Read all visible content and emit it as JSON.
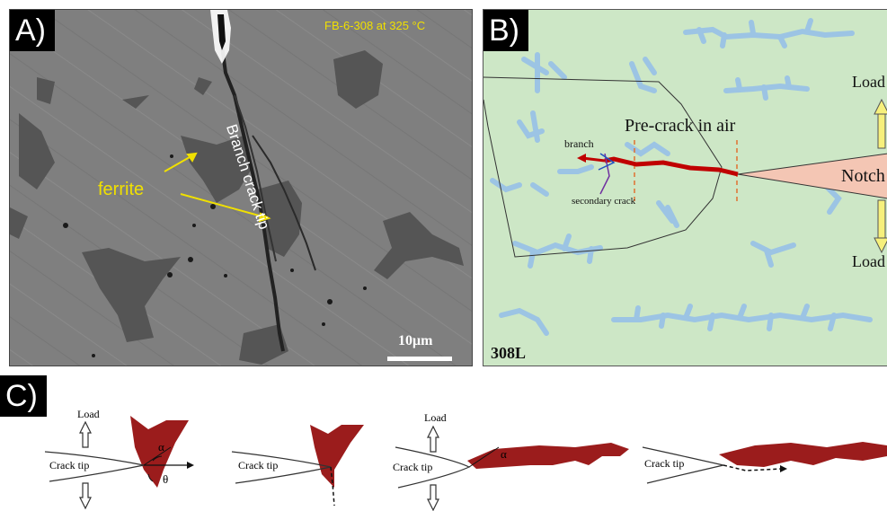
{
  "panels": {
    "a": {
      "label": "A)",
      "sample_id": "FB-6-308 at 325 °C",
      "annotation_branch": "Branch crack tip",
      "annotation_ferrite": "ferrite",
      "scale_bar": "10μm"
    },
    "b": {
      "label": "B)",
      "title": "Pre-crack in air",
      "branch": "branch",
      "secondary": "secondary crack",
      "load_top": "Load",
      "load_bottom": "Load",
      "notch": "Notch",
      "material": "308L"
    },
    "c": {
      "label": "C)",
      "load_1": "Load",
      "load_2": "Load",
      "crack_tip_1": "Crack tip",
      "crack_tip_2": "Crack tip",
      "crack_tip_3": "Crack tip",
      "crack_tip_4": "Crack tip",
      "alpha_1": "α",
      "theta_1": "θ",
      "alpha_2": "α"
    }
  },
  "colors": {
    "ferrite_annotation": "#f0e000",
    "crack_path": "#c00000",
    "ferrite_c": "#9b1c1c",
    "panel_b_bg": "#cde7c6",
    "ferrite_b": "#9cc4e4",
    "notch": "#f4c6b4"
  }
}
